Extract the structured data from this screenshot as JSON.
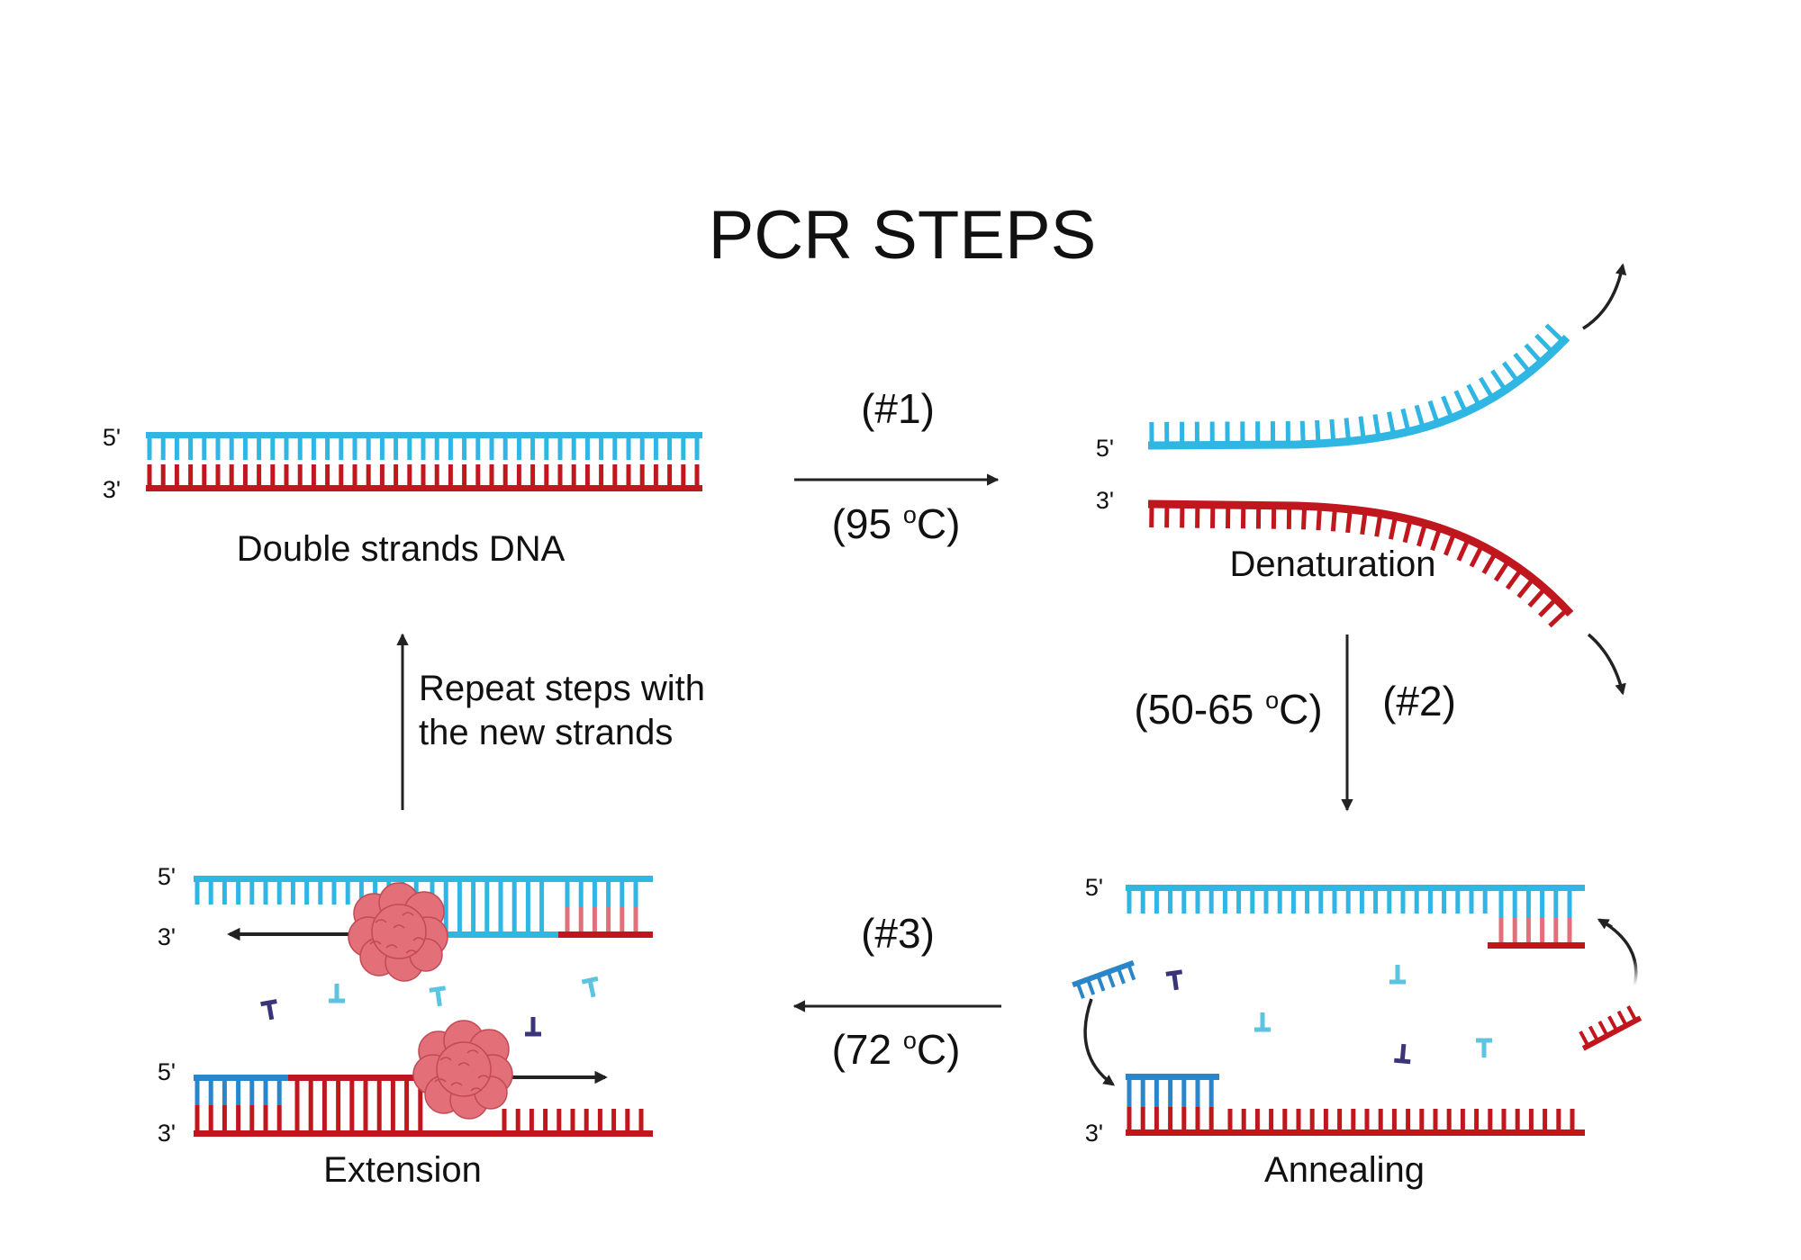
{
  "title": "PCR STEPS",
  "end_labels": {
    "five": "5'",
    "three": "3'"
  },
  "stages": {
    "double_strand": {
      "label": "Double strands DNA"
    },
    "denaturation": {
      "label": "Denaturation"
    },
    "annealing": {
      "label": "Annealing"
    },
    "extension": {
      "label": "Extension"
    }
  },
  "transitions": {
    "step1": {
      "label": "(#1)",
      "temp": "(95 ",
      "temp_sup": "o",
      "temp_end": "C)"
    },
    "step2": {
      "label": "(#2)",
      "temp": "(50-65 ",
      "temp_sup": "o",
      "temp_end": "C)"
    },
    "step3": {
      "label": "(#3)",
      "temp": "(72 ",
      "temp_sup": "o",
      "temp_end": "C)"
    },
    "repeat": {
      "line1": "Repeat steps with",
      "line2": "the new strands"
    }
  },
  "colors": {
    "template_blue": "#2fb6e3",
    "template_red": "#c0161d",
    "primer_blue": "#2a86c8",
    "primer_red_light": "#e0707a",
    "nucleotide_dark": "#3a3578",
    "nucleotide_light": "#5cc3e0",
    "polymerase": "#e36f78",
    "arrow": "#222222"
  }
}
